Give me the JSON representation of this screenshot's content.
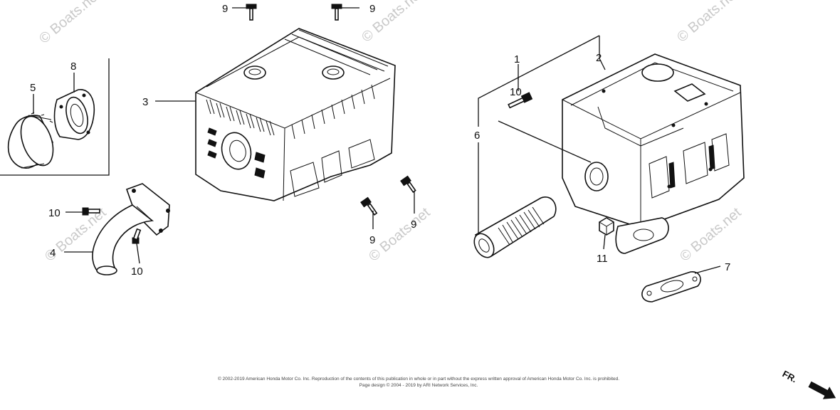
{
  "watermark": "© Boats.net",
  "callouts": [
    "1",
    "2",
    "3",
    "4",
    "5",
    "6",
    "7",
    "8",
    "9",
    "9",
    "9",
    "9",
    "10",
    "10",
    "10",
    "11"
  ],
  "copyright": {
    "line1": "© 2002-2019 American Honda Motor Co. Inc. Reproduction of the contents of this publication in whole or in part without the express written approval of American Honda Motor Co. Inc. is prohibited.",
    "line2": "Page design © 2004 - 2019 by ARI Network Services, Inc."
  },
  "direction": {
    "label": "FR.",
    "icon": "front-arrow-icon"
  }
}
